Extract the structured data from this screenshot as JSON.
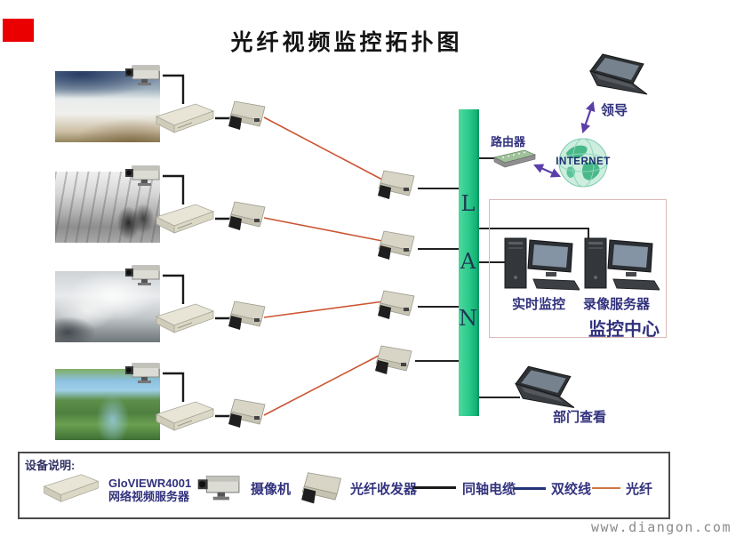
{
  "title": "光纤视频监控拓扑图",
  "watermark": "www.diangon.com",
  "lan_bar": {
    "letters": [
      "L",
      "A",
      "N"
    ]
  },
  "nodes": {
    "router": "路由器",
    "internet": "INTERNET",
    "leader": "领导",
    "realtime_monitor": "实时监控",
    "recording_server": "录像服务器",
    "monitor_center": "监控中心",
    "department_view": "部门查看"
  },
  "rows": [
    {
      "scene": "dam-spillway-photo"
    },
    {
      "scene": "bridge-bw-photo"
    },
    {
      "scene": "demolition-smoke-photo"
    },
    {
      "scene": "aerial-valley-photo"
    }
  ],
  "legend": {
    "heading": "设备说明:",
    "items": {
      "server_model": "GloVIEWR4001",
      "server_name": "网络视频服务器",
      "camera": "摄像机",
      "fiber_transceiver": "光纤收发器",
      "coaxial_cable": "同轴电缆",
      "twisted_pair": "双绞线",
      "fiber": "光纤"
    }
  },
  "colors": {
    "lan_bar": "#2cc98c",
    "fiber": "#cc5533",
    "coaxial": "#1a1a1a",
    "twisted_pair": "#223377",
    "arrow": "#5b3fa8",
    "label_text": "#32327e",
    "watermark": "#8a8a8a",
    "marker_red": "#ea0000"
  }
}
